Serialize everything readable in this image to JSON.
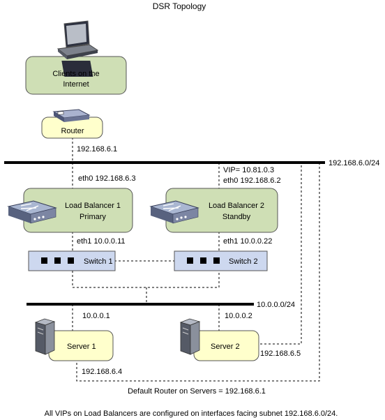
{
  "title": "DSR  Topology",
  "clients": {
    "label_line1": "Clients on the",
    "label_line2": "Internet"
  },
  "router": {
    "label": "Router",
    "ip": "192.168.6.1"
  },
  "networks": {
    "public": "192.168.6.0/24",
    "private": "10.0.0.0/24"
  },
  "lb1": {
    "name": "Load Balancer 1",
    "role": "Primary",
    "eth0": "eth0 192.168.6.3",
    "eth1": "eth1 10.0.0.11"
  },
  "lb2": {
    "name": "Load Balancer 2",
    "role": "Standby",
    "vip": "VIP= 10.81.0.3",
    "eth0": "eth0 192.168.6.2",
    "eth1": "eth1 10.0.0.22"
  },
  "switch1": {
    "label": "Switch 1"
  },
  "switch2": {
    "label": "Switch 2"
  },
  "server1": {
    "label": "Server 1",
    "private_ip": "10.0.0.1",
    "public_ip": "192.168.6.4"
  },
  "server2": {
    "label": "Server 2",
    "private_ip": "10.0.0.2",
    "public_ip": "192.168.6.5"
  },
  "default_router_note": "Default Router on Servers = 192.168.6.1",
  "footnote": "All VIPs on Load Balancers are configured on interfaces facing subnet 192.168.6.0/24.",
  "colors": {
    "green_box": "#cfdfb5",
    "yellow_box": "#ffffcc",
    "blue_box": "#cdd8ef",
    "box_border": "#555555",
    "bus": "#000000"
  }
}
